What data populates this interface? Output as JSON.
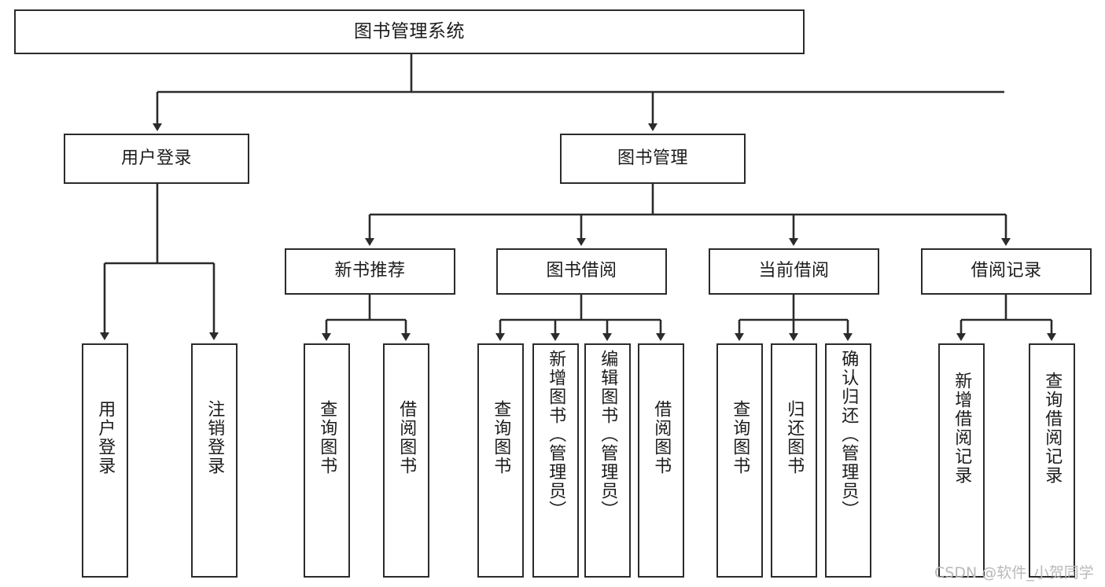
{
  "diagram": {
    "title": "图书管理系统",
    "type": "hierarchy-tree",
    "levels": 4,
    "root": {
      "id": "root",
      "label": "图书管理系统"
    },
    "level2": [
      {
        "id": "user-login",
        "label": "用户登录"
      },
      {
        "id": "book-management",
        "label": "图书管理"
      }
    ],
    "level3": [
      {
        "id": "new-book-recommend",
        "label": "新书推荐",
        "parent": "book-management"
      },
      {
        "id": "book-borrow",
        "label": "图书借阅",
        "parent": "book-management"
      },
      {
        "id": "current-borrow",
        "label": "当前借阅",
        "parent": "book-management"
      },
      {
        "id": "borrow-record",
        "label": "借阅记录",
        "parent": "book-management"
      }
    ],
    "leaves": [
      {
        "id": "leaf-user-login",
        "label": "用户登录",
        "parent": "user-login"
      },
      {
        "id": "leaf-logout-login",
        "label": "注销登录",
        "parent": "user-login"
      },
      {
        "id": "leaf-query-book-1",
        "label": "查询图书",
        "parent": "new-book-recommend"
      },
      {
        "id": "leaf-borrow-book-1",
        "label": "借阅图书",
        "parent": "new-book-recommend"
      },
      {
        "id": "leaf-query-book-2",
        "label": "查询图书",
        "parent": "book-borrow"
      },
      {
        "id": "leaf-add-book",
        "label": "新增图书（管理员）",
        "parent": "book-borrow"
      },
      {
        "id": "leaf-edit-book",
        "label": "编辑图书（管理员）",
        "parent": "book-borrow"
      },
      {
        "id": "leaf-borrow-book-2",
        "label": "借阅图书",
        "parent": "book-borrow"
      },
      {
        "id": "leaf-query-book-3",
        "label": "查询图书",
        "parent": "current-borrow"
      },
      {
        "id": "leaf-return-book",
        "label": "归还图书",
        "parent": "current-borrow"
      },
      {
        "id": "leaf-confirm-return",
        "label": "确认归还（管理员）",
        "parent": "current-borrow"
      },
      {
        "id": "leaf-add-record",
        "label": "新增借阅记录",
        "parent": "borrow-record"
      },
      {
        "id": "leaf-query-record",
        "label": "查询借阅记录",
        "parent": "borrow-record"
      }
    ]
  },
  "watermark": {
    "text": "CSDN @软件_小贺同学"
  },
  "colors": {
    "background": "#ffffff",
    "node_border": "#2b2b2b",
    "node_fill": "#ffffff",
    "edge": "#2b2b2b",
    "text": "#1c1c1c",
    "watermark": "#b9b9b9"
  }
}
